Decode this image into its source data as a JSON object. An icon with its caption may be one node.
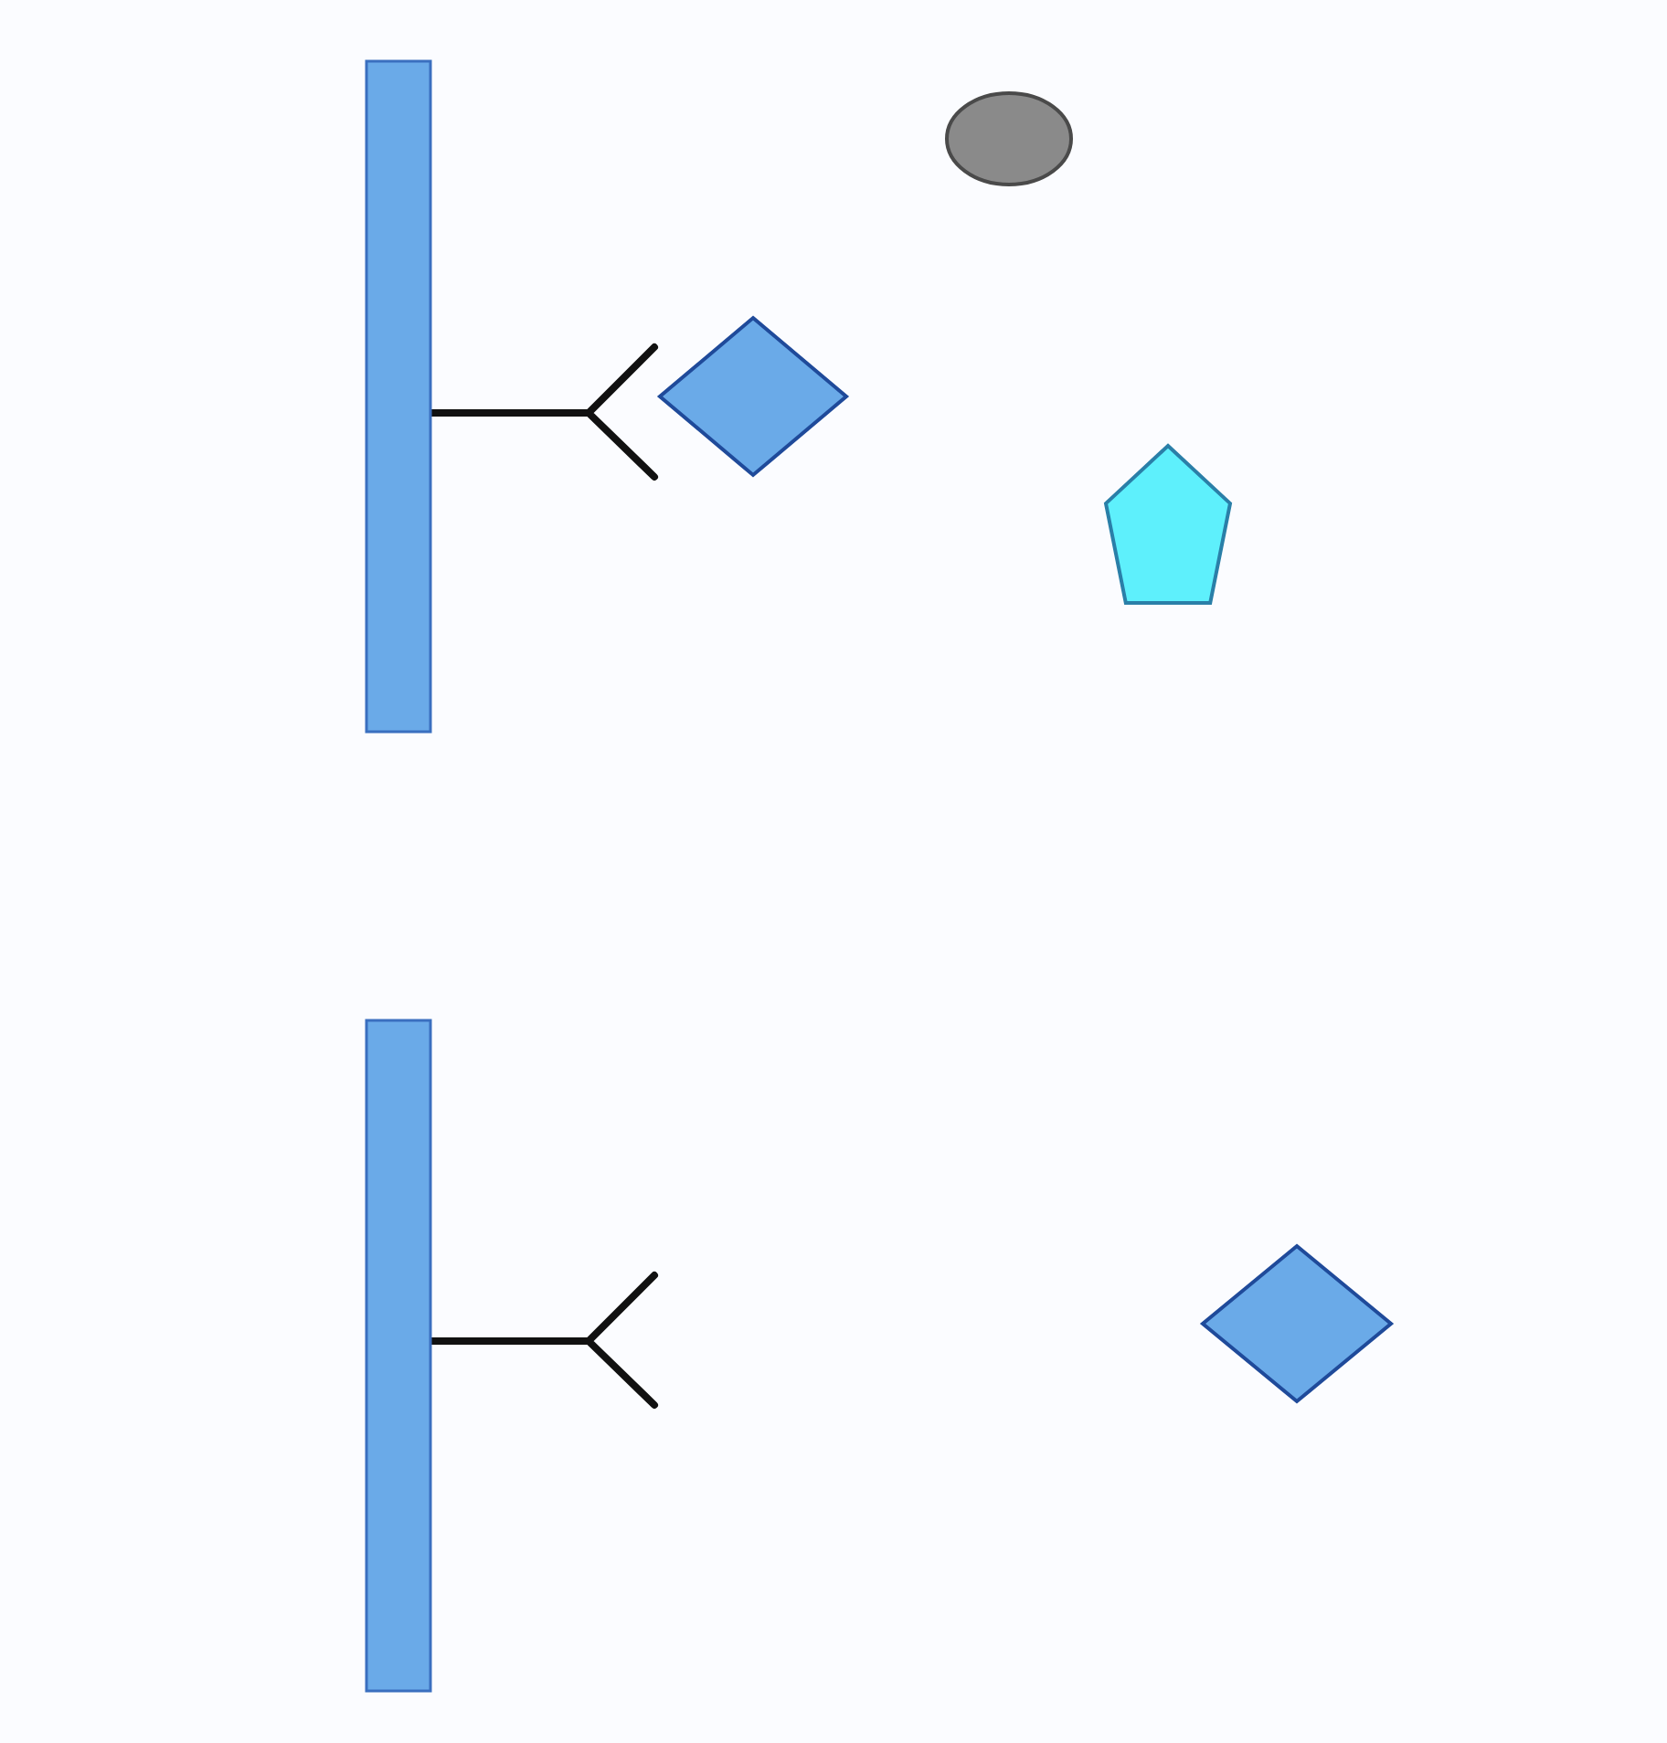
{
  "diagram": {
    "nodes": [
      {
        "text": [],
        "shape": "bar"
      },
      {
        "text": [],
        "shape": "ellipse"
      },
      {
        "text": [],
        "shape": "diamond"
      },
      {
        "text": [],
        "shape": "pentagon"
      },
      {
        "text": [],
        "shape": "bar"
      },
      {
        "text": [],
        "shape": "diamond"
      }
    ]
  }
}
